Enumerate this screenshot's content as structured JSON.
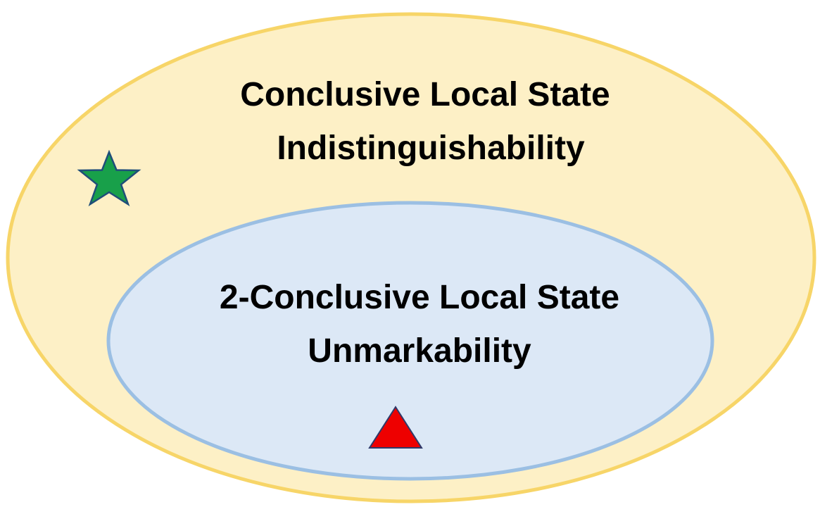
{
  "outer_set": {
    "label_line1": "Conclusive Local State",
    "label_line2": "Indistinguishability",
    "fill_color": "#fdf0c6",
    "stroke_color": "#f7d568"
  },
  "inner_set": {
    "label_line1": "2-Conclusive Local State",
    "label_line2": "Unmarkability",
    "fill_color": "#dce8f6",
    "stroke_color": "#9bbfe3"
  },
  "markers": {
    "star": {
      "icon": "star-icon",
      "fill_color": "#18a04a",
      "stroke_color": "#1f4e79"
    },
    "triangle": {
      "icon": "triangle-icon",
      "fill_color": "#ee0000",
      "stroke_color": "#2f3a6a"
    }
  }
}
